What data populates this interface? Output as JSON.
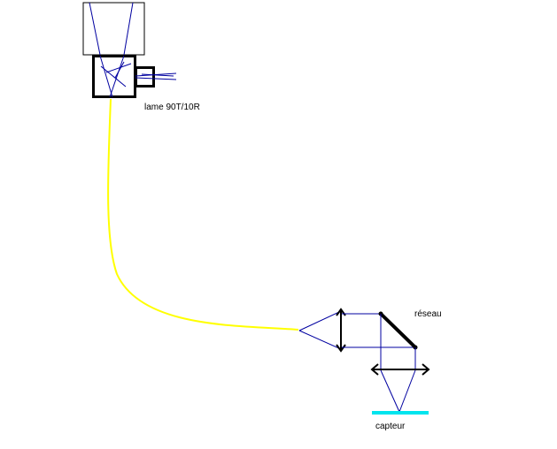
{
  "labels": {
    "lame": "lame 90T/10R",
    "reseau": "réseau",
    "capteur": "capteur"
  },
  "colors": {
    "background": "#ffffff",
    "outline": "#000000",
    "ray": "#0000a0",
    "fiber": "#ffff00",
    "sensor": "#00e5ee"
  }
}
